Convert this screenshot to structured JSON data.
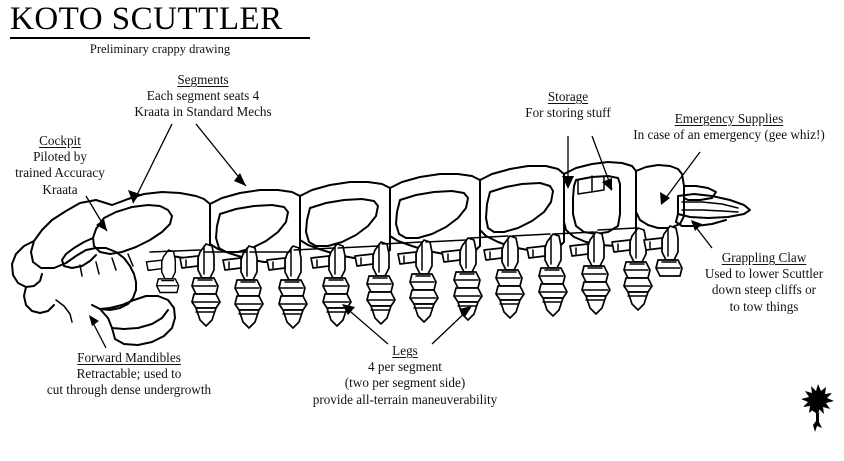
{
  "page": {
    "title": "KOTO SCUTTLER",
    "subtitle": "Preliminary crappy drawing",
    "background_color": "#ffffff",
    "ink_color": "#000000"
  },
  "figure": {
    "name": "koto-scuttler-schematic",
    "description_parts": [
      "head-cockpit",
      "body-segments",
      "legs",
      "storage-segment",
      "emergency-supplies-segment",
      "grappling-claw",
      "forward-mandibles"
    ],
    "segment_count": 8,
    "leg_pairs_drawn": 12
  },
  "callouts": [
    {
      "id": "segments",
      "heading": "Segments",
      "lines": [
        "Each segment seats 4",
        "Kraata in Standard Mechs"
      ],
      "arrows": 2
    },
    {
      "id": "cockpit",
      "heading": "Cockpit",
      "lines": [
        "Piloted by",
        "trained Accuracy",
        "Kraata"
      ],
      "arrows": 1
    },
    {
      "id": "storage",
      "heading": "Storage",
      "lines": [
        "For storing stuff"
      ],
      "arrows": 2
    },
    {
      "id": "emergency-supplies",
      "heading": "Emergency Supplies",
      "lines": [
        "In case of an emergency (gee whiz!)"
      ],
      "arrows": 1
    },
    {
      "id": "grappling-claw",
      "heading": "Grappling Claw",
      "lines": [
        "Used to lower Scuttler",
        "down steep cliffs or",
        "to tow things"
      ],
      "arrows": 1
    },
    {
      "id": "forward-mandibles",
      "heading": "Forward Mandibles",
      "lines": [
        "Retractable; used to",
        "cut through dense undergrowth"
      ],
      "arrows": 1
    },
    {
      "id": "legs",
      "heading": "Legs",
      "lines": [
        "4 per segment",
        "(two per segment side)",
        "provide all-terrain maneuverability"
      ],
      "arrows": 2
    }
  ],
  "corner_mark": {
    "name": "tribal-glyph-logo",
    "color": "#000000"
  }
}
